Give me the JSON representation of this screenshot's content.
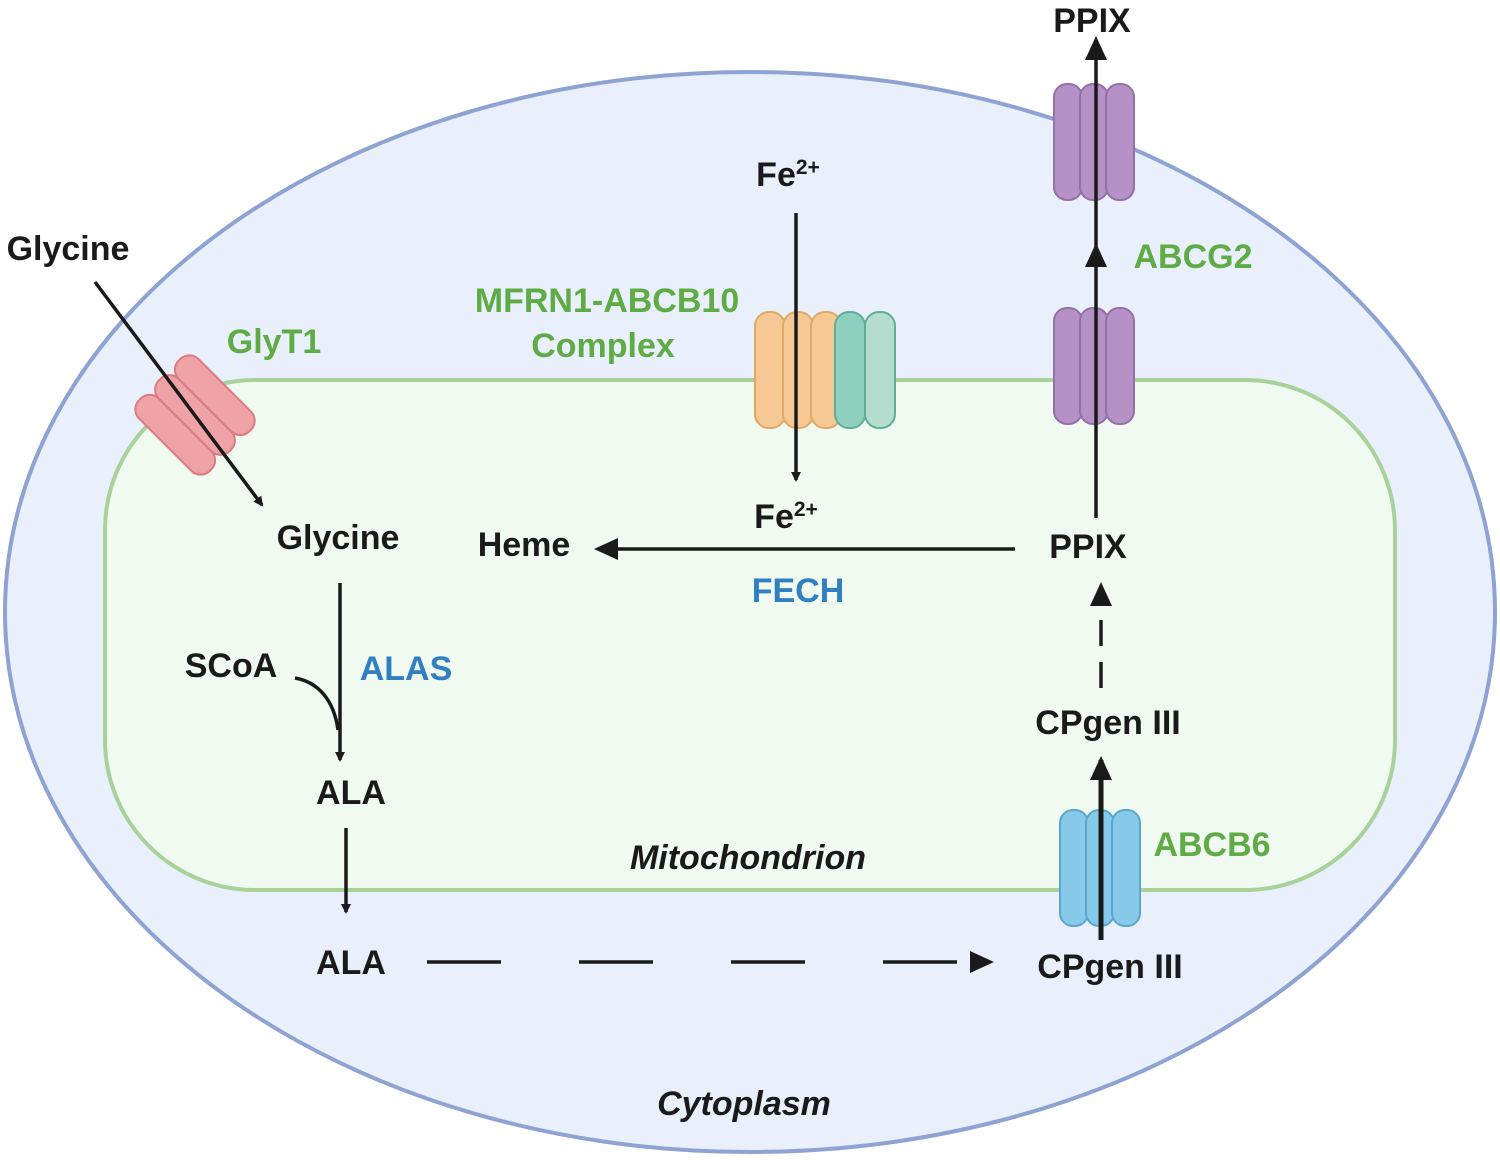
{
  "regions": {
    "cytoplasm": "Cytoplasm",
    "mitochondrion": "Mitochondrion"
  },
  "metabolites": {
    "glycine_outside": "Glycine",
    "glycine_inside": "Glycine",
    "scoa": "SCoA",
    "ala_inside": "ALA",
    "ala_outside": "ALA",
    "cpgen_outside": "CPgen III",
    "cpgen_inside": "CPgen III",
    "ppix_inside": "PPIX",
    "ppix_outside": "PPIX",
    "heme": "Heme",
    "fe_outside": {
      "base": "Fe",
      "sup": "2+"
    },
    "fe_inside": {
      "base": "Fe",
      "sup": "2+"
    }
  },
  "transporters": {
    "glyt1": "GlyT1",
    "mfrn_line1": "MFRN1-ABCB10",
    "mfrn_line2": "Complex",
    "abcg2": "ABCG2",
    "abcb6": "ABCB6"
  },
  "enzymes": {
    "alas": "ALAS",
    "fech": "FECH"
  },
  "colors": {
    "cell_fill": "#e9f0fb",
    "cell_stroke": "#8ea2d3",
    "mito_fill": "#f1faf0",
    "mito_stroke": "#a9d29b",
    "label_green": "#5fac46",
    "label_blue": "#2f7fc1",
    "arrow": "#1a1a1a",
    "glyt1": "#f0a3a7",
    "mfrn1": "#f6c894",
    "abcb10": "#8fcfbd",
    "abcg2": "#b691c6",
    "abcb6": "#86c9e8"
  }
}
